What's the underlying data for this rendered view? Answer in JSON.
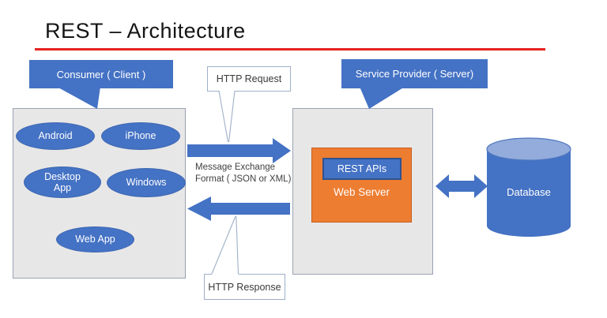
{
  "title": "REST – Architecture",
  "callouts": {
    "consumer": "Consumer ( Client )",
    "provider": "Service Provider ( Server)",
    "http_request": "HTTP Request",
    "http_response": "HTTP Response"
  },
  "client": {
    "devices": [
      "Android",
      "iPhone",
      "Desktop App",
      "Windows",
      "Web App"
    ]
  },
  "message": {
    "line1": "Message Exchange",
    "line2": "Format ( JSON or XML)"
  },
  "server": {
    "rest_apis_label": "REST APIs",
    "web_server_label": "Web Server"
  },
  "database": {
    "label": "Database"
  },
  "colors": {
    "accent_blue": "#4472C4",
    "accent_blue_dark": "#2F528F",
    "orange": "#ED7D31",
    "red_underline": "#E62222",
    "box_gray": "#E8E7E7",
    "database_top_blue": "#93ACDB"
  }
}
